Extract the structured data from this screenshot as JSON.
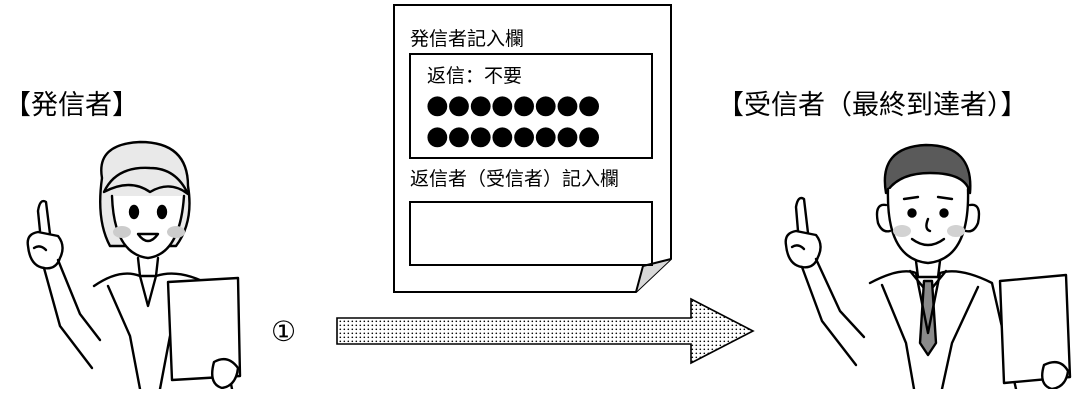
{
  "sender": {
    "label": "【発信者】"
  },
  "receiver": {
    "label": "【受信者（最終到達者）】"
  },
  "document": {
    "sender_field_heading": "発信者記入欄",
    "reply_status": "返信：不要",
    "dots_line_1": "●●●●●●●●",
    "dots_line_2": "●●●●●●●●",
    "replier_field_heading": "返信者（受信者）記入欄"
  },
  "flow": {
    "step_label": "①"
  },
  "icons": {
    "sender": "woman-pointing-holding-paper-icon",
    "receiver": "man-pointing-holding-paper-icon",
    "arrow": "right-arrow-icon"
  }
}
